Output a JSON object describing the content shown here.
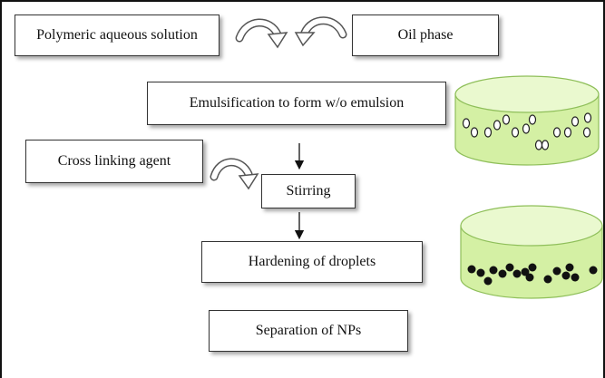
{
  "steps": {
    "polymeric_solution": "Polymeric aqueous solution",
    "oil_phase": "Oil phase",
    "emulsification": "Emulsification to form w/o emulsion",
    "cross_linking_agent": "Cross linking agent",
    "stirring": "Stirring",
    "hardening": "Hardening of droplets",
    "separation": "Separation of NPs"
  },
  "colors": {
    "dish_fill": "#d4f0a4",
    "dish_top": "#eaf9cf",
    "dish_edge": "#8fbf5a",
    "droplet_solid": "#111111"
  },
  "icons": [
    "curved-arrow-icon",
    "down-arrow-icon",
    "petri-dish-icon"
  ]
}
